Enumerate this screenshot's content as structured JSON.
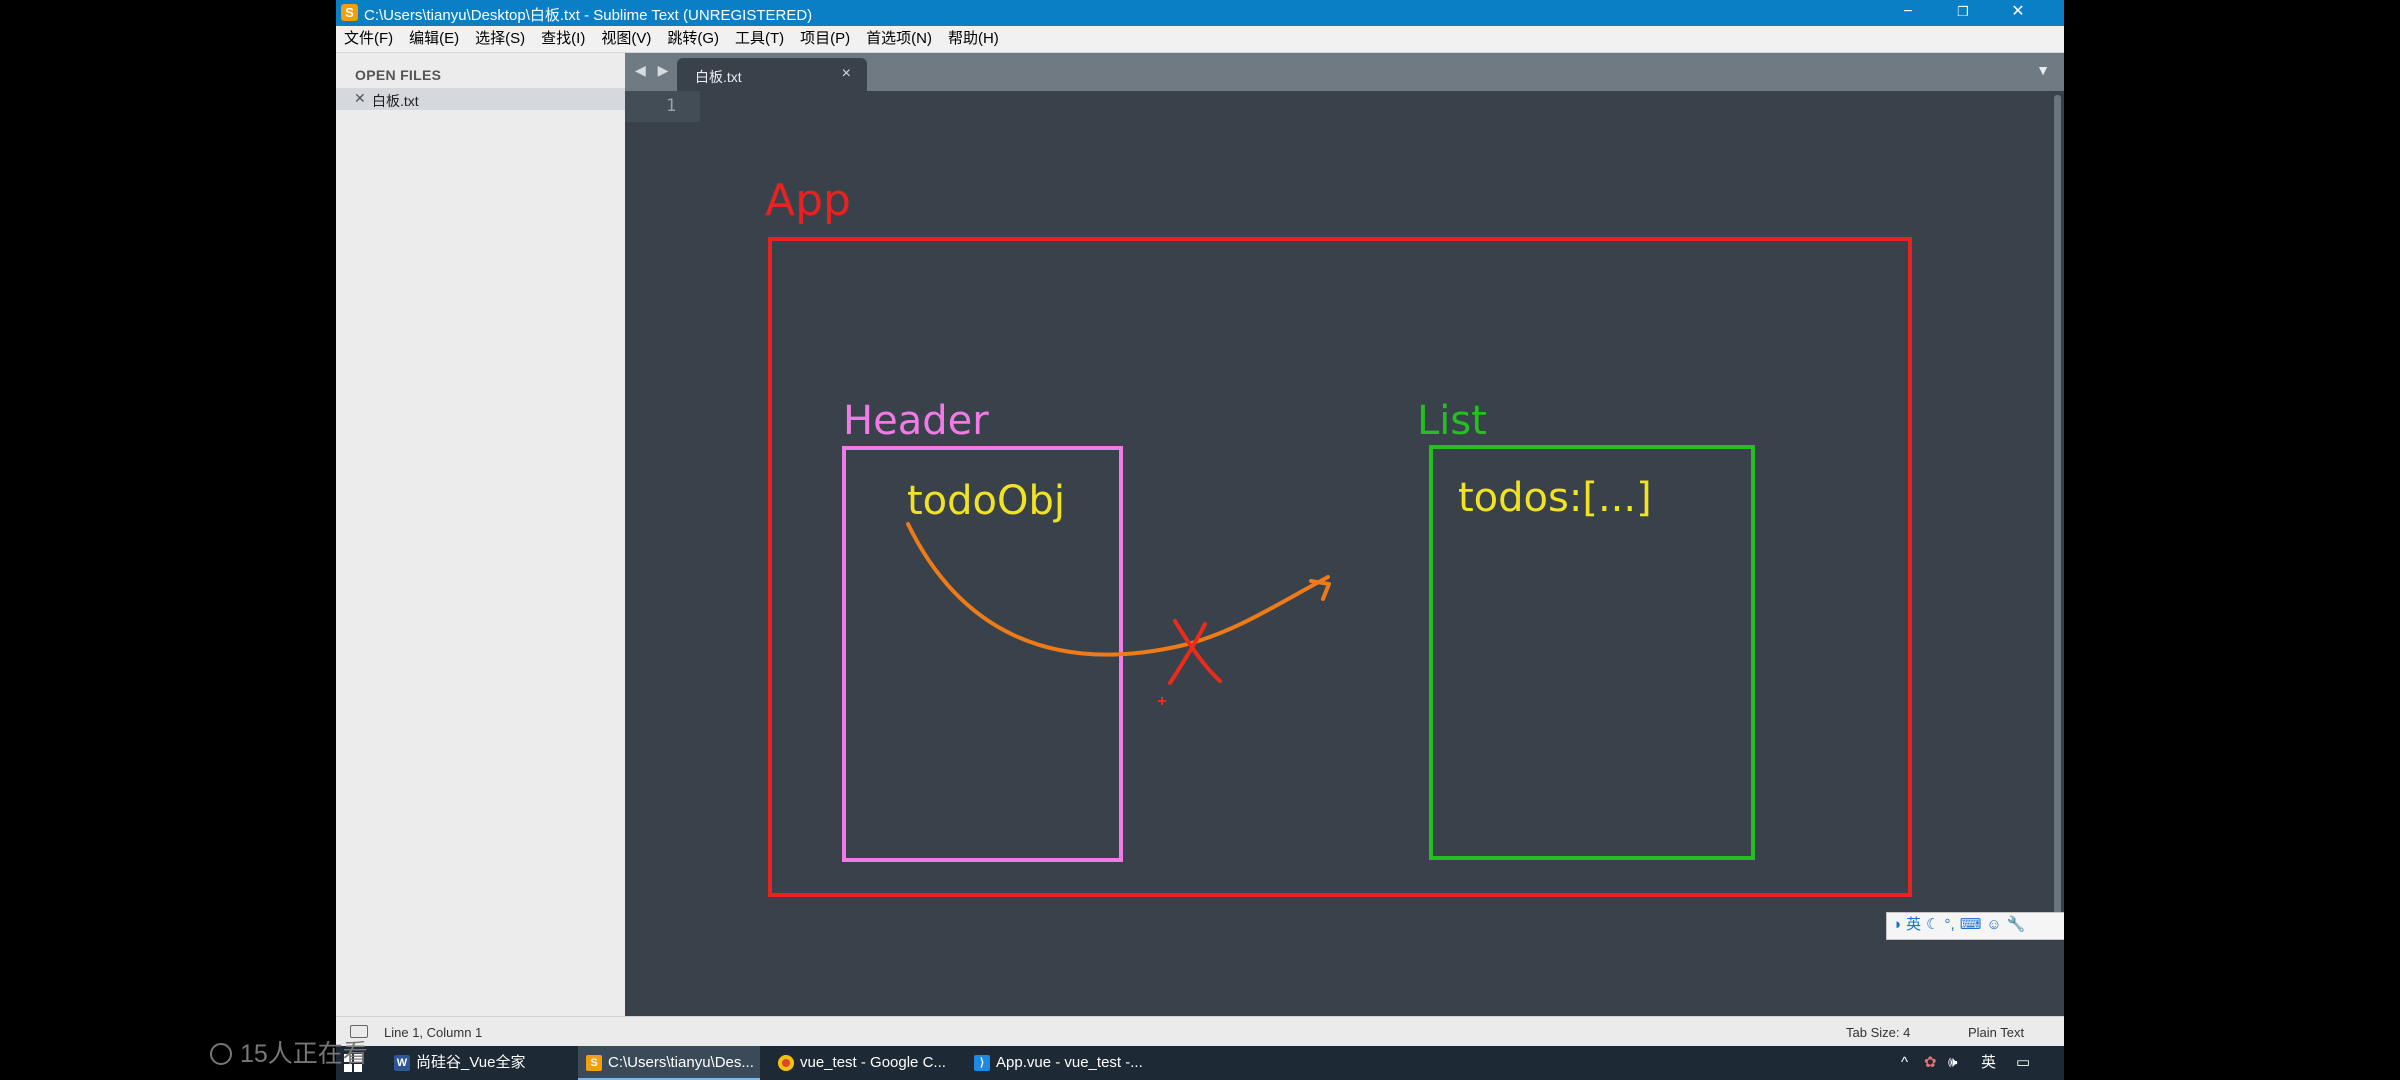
{
  "window": {
    "title": "C:\\Users\\tianyu\\Desktop\\白板.txt - Sublime Text (UNREGISTERED)",
    "minimize_glyph": "−",
    "restore_glyph": "❐",
    "close_glyph": "✕"
  },
  "menu": [
    {
      "label": "文件(F)"
    },
    {
      "label": "编辑(E)"
    },
    {
      "label": "选择(S)"
    },
    {
      "label": "查找(I)"
    },
    {
      "label": "视图(V)"
    },
    {
      "label": "跳转(G)"
    },
    {
      "label": "工具(T)"
    },
    {
      "label": "项目(P)"
    },
    {
      "label": "首选项(N)"
    },
    {
      "label": "帮助(H)"
    }
  ],
  "sidebar": {
    "heading": "OPEN FILES",
    "files": [
      {
        "close": "✕",
        "name": "白板.txt"
      }
    ]
  },
  "tabs": {
    "nav": "◀ ▶",
    "active": {
      "label": "白板.txt",
      "close": "×"
    },
    "dropdown": "▼"
  },
  "editor": {
    "line_number": "1"
  },
  "drawing": {
    "app_label": "App",
    "header_label": "Header",
    "header_content": "todoObj",
    "list_label": "List",
    "list_content": "todos:[...]",
    "colors": {
      "app": "#e8221e",
      "header": "#f07be6",
      "list": "#25c01f",
      "content_text": "#f2e322",
      "arrow": "#ee7a18",
      "cross": "#ee2a1a"
    }
  },
  "ime": {
    "lang": "英"
  },
  "status": {
    "position": "Line 1, Column 1",
    "tab_size": "Tab Size: 4",
    "syntax": "Plain Text"
  },
  "taskbar": {
    "items": [
      {
        "label": "尚硅谷_Vue全家桶.d...",
        "icon": "word-icon"
      },
      {
        "label": "C:\\Users\\tianyu\\Des...",
        "icon": "sublime-icon"
      },
      {
        "label": "vue_test - Google C...",
        "icon": "chrome-icon"
      },
      {
        "label": "App.vue - vue_test -...",
        "icon": "vscode-icon"
      }
    ],
    "tray": {
      "caret": "^",
      "volume": "🕪",
      "lang": "英",
      "notify": "▭"
    }
  },
  "watermark": "15人正在看"
}
